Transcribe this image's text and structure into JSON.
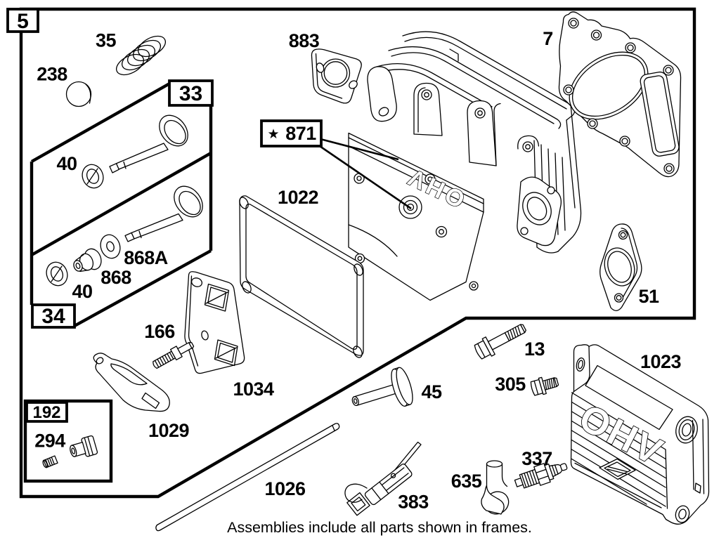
{
  "diagram": {
    "footer_note": "Assemblies include all parts shown in frames.",
    "embossing": {
      "cylinder_head": "OHV",
      "valve_cover": "OHV"
    },
    "frames": {
      "main": "5",
      "intake_valve_assembly": "33",
      "exhaust_valve_assembly": "34",
      "rocker_pivot_kit": "192",
      "head_assembly_star": "★",
      "head_assembly": "871"
    },
    "parts": {
      "valve_spring": "35",
      "plug_cap": "238",
      "intake_valve_seal": "40",
      "exhaust_valve_seal": "40",
      "valve_washer": "868A",
      "valve_retainer": "868",
      "rocker_stud": "166",
      "pivot_hardware": "294",
      "rocker_arm": "1029",
      "breather_plate": "1034",
      "push_rod": "1026",
      "rocker_guide": "383",
      "intake_gasket": "883",
      "valve_cover_gasket": "1022",
      "head_gasket": "7",
      "exhaust_gasket": "51",
      "head_bolt": "13",
      "screw": "305",
      "tappet": "45",
      "valve_cover": "1023",
      "spark_plug_boot": "635",
      "spark_plug": "337"
    }
  }
}
